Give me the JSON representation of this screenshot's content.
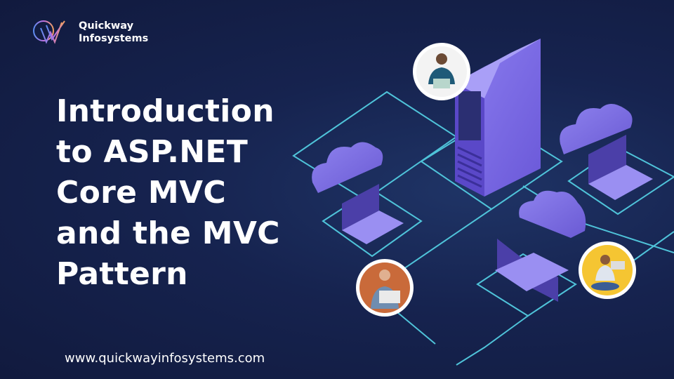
{
  "brand": {
    "name_line1": "Quickway",
    "name_line2": "Infosystems"
  },
  "title_lines": [
    "Introduction",
    "to ASP.NET",
    "Core MVC",
    "and the MVC",
    "Pattern"
  ],
  "website": "www.quickwayinfosystems.com",
  "colors": {
    "background": "#16234f",
    "line": "#4fc3d9",
    "purple": "#7a6be0",
    "white": "#ffffff"
  }
}
